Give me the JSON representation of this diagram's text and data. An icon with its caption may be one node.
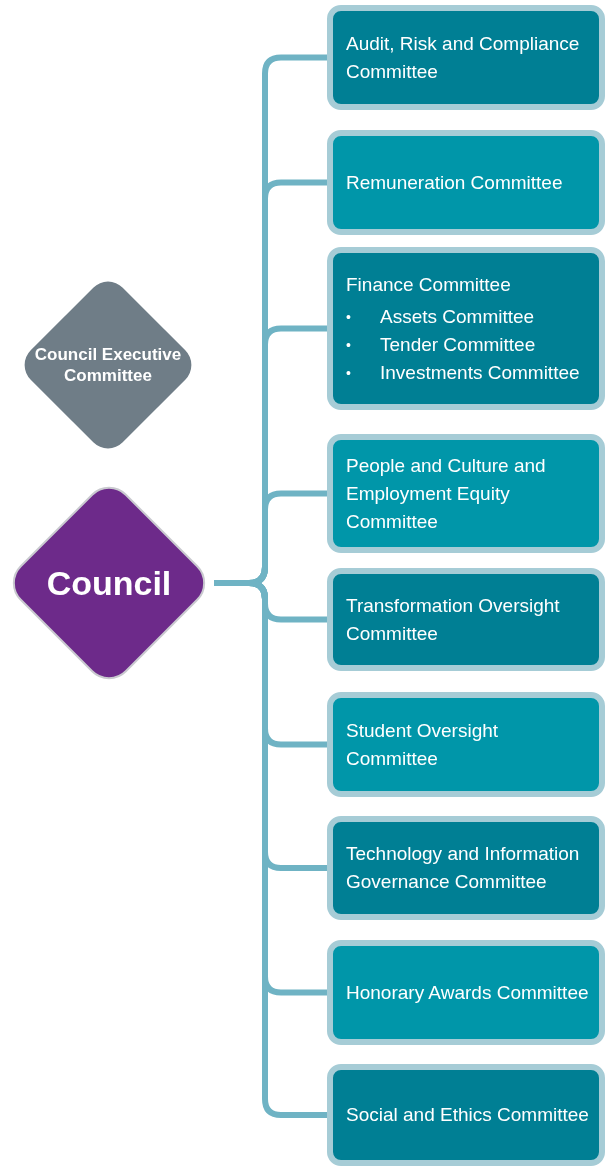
{
  "diagram": {
    "nodes": [
      {
        "text": [
          "Council Executive Committee"
        ]
      },
      {
        "text": [
          "Council"
        ]
      },
      {
        "text": [
          "Audit, Risk and Compliance Committee"
        ]
      },
      {
        "text": [
          "Remuneration Committee"
        ]
      },
      {
        "text": [
          "Finance Committee",
          "•",
          "Assets Committee",
          "•",
          "Tender Committee",
          "•",
          "Investments Committee"
        ]
      },
      {
        "text": [
          "People and Culture and Employment Equity Committee"
        ]
      },
      {
        "text": [
          "Transformation Oversight Committee"
        ]
      },
      {
        "text": [
          "Student Oversight Committee"
        ]
      },
      {
        "text": [
          "Technology and Information Governance Committee"
        ]
      },
      {
        "text": [
          "Honorary Awards Committee"
        ]
      },
      {
        "text": [
          "Social and Ethics Committee"
        ]
      }
    ],
    "edges": [
      {
        "from": 1,
        "to": 2,
        "arrow": "none"
      },
      {
        "from": 1,
        "to": 3,
        "arrow": "none"
      },
      {
        "from": 1,
        "to": 4,
        "arrow": "none"
      },
      {
        "from": 1,
        "to": 5,
        "arrow": "none"
      },
      {
        "from": 1,
        "to": 6,
        "arrow": "none"
      },
      {
        "from": 1,
        "to": 7,
        "arrow": "none"
      },
      {
        "from": 1,
        "to": 8,
        "arrow": "none"
      },
      {
        "from": 1,
        "to": 9,
        "arrow": "none"
      },
      {
        "from": 1,
        "to": 10,
        "arrow": "none"
      }
    ]
  }
}
